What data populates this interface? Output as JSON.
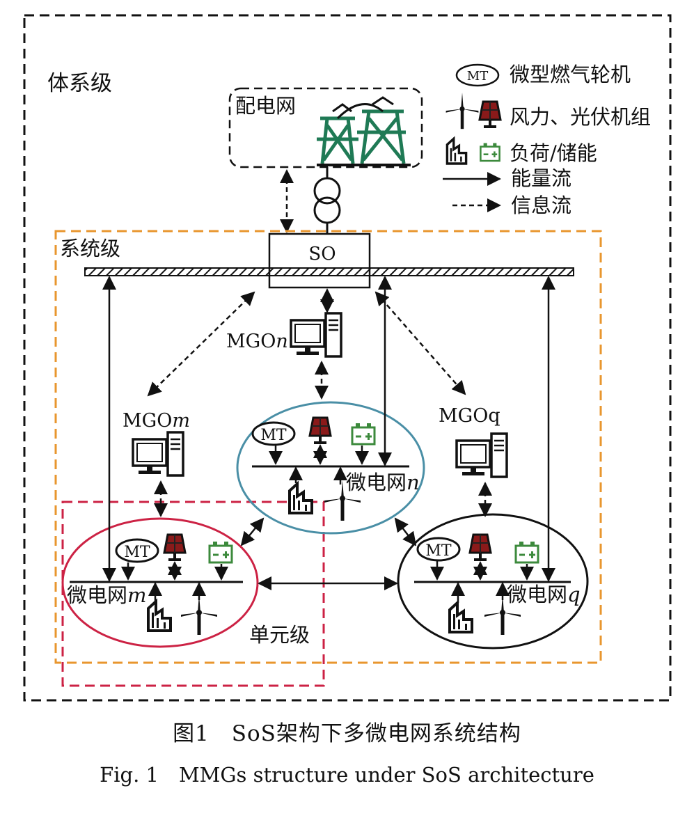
{
  "colors": {
    "ink": "#111111",
    "orange": "#e8962e",
    "crimson": "#cc2244",
    "teal": "#4a8fa6",
    "green": "#3c8a3c",
    "tower_green": "#1f7a55",
    "pv_red": "#8a1a1a"
  },
  "levels": {
    "system_of_systems": "体系级",
    "system": "系统级",
    "unit": "单元级"
  },
  "grid": {
    "label": "配电网"
  },
  "so": {
    "label": "SO"
  },
  "legend": {
    "mt_symbol": "MT",
    "mt_label": "微型燃气轮机",
    "renewables_label": "风力、光伏机组",
    "load_storage_label": "负荷/储能",
    "energy_flow_label": "能量流",
    "info_flow_label": "信息流"
  },
  "operators": {
    "n": {
      "prefix": "MGO",
      "suffix": "n"
    },
    "m": {
      "prefix": "MGO",
      "suffix": "m"
    },
    "q": {
      "prefix": "MGOq"
    }
  },
  "microgrids": {
    "n": {
      "name": "微电网",
      "suffix": "n",
      "mt": "MT"
    },
    "m": {
      "name": "微电网",
      "suffix": "m",
      "mt": "MT"
    },
    "q": {
      "name": "微电网",
      "suffix": "q",
      "mt": "MT"
    }
  },
  "icons": [
    "mt-icon",
    "wind-turbine-icon",
    "pv-unit-icon",
    "load-building-icon",
    "battery-storage-icon",
    "computer-icon",
    "transformer-icon",
    "transmission-tower-icon"
  ],
  "caption": {
    "cn": "图1　SoS架构下多微电网系统结构",
    "en": "Fig. 1　MMGs structure under SoS architecture"
  }
}
